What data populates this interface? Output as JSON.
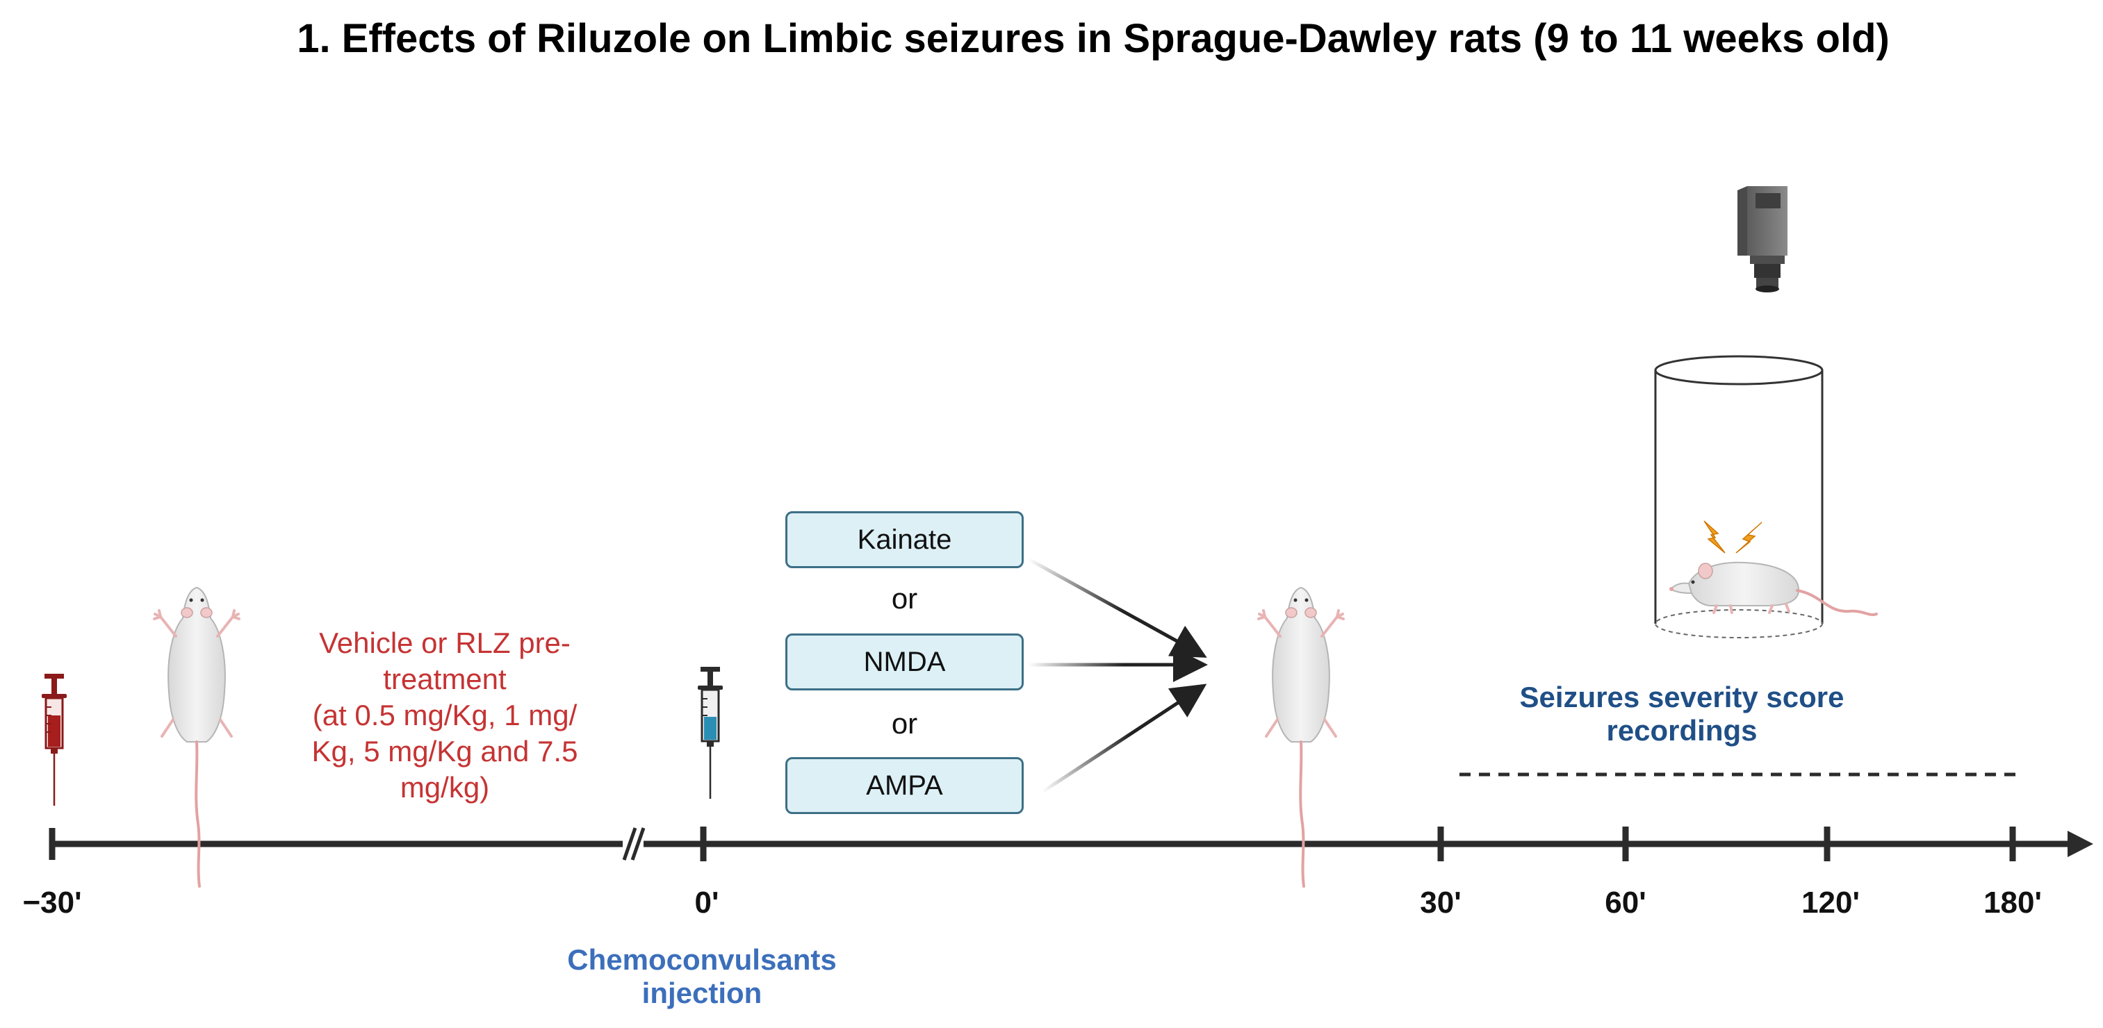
{
  "title": "1. Effects of Riluzole on Limbic seizures in Sprague-Dawley rats (9 to 11 weeks old)",
  "pretreatment": {
    "lines": [
      "Vehicle or RLZ pre-",
      "treatment",
      "(at 0.5 mg/Kg, 1 mg/",
      "Kg, 5 mg/Kg and 7.5",
      "mg/kg)"
    ],
    "color": "#c63333"
  },
  "chemoconvulsants": {
    "lines": [
      "Chemoconvulsants",
      "injection"
    ],
    "color": "#3c6fbb"
  },
  "drugs": {
    "items": [
      "Kainate",
      "NMDA",
      "AMPA"
    ],
    "separator": "or"
  },
  "recording": {
    "lines": [
      "Seizures severity score",
      "recordings"
    ],
    "color": "#1f4f86"
  },
  "timeline": {
    "ticks": [
      "−30'",
      "0'",
      "30'",
      "60'",
      "120'",
      "180'"
    ]
  },
  "icons": {
    "pretreat_syringe": "red-syringe-icon",
    "chemo_syringe": "blue-syringe-icon",
    "rat": "rat-icon",
    "camera": "camera-icon",
    "cylinder": "observation-cylinder-icon",
    "seizure": "seizure-bolt-icon"
  }
}
